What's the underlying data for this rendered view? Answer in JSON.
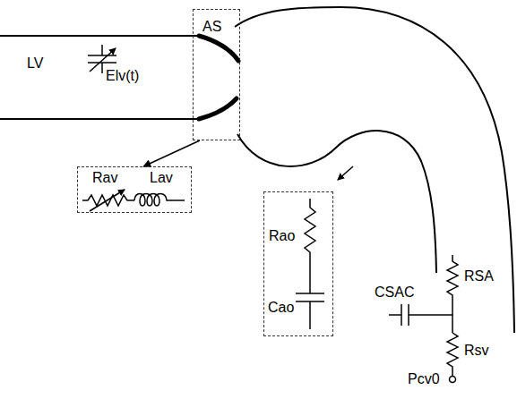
{
  "diagram": {
    "nodes": [
      {
        "text": [
          "AS"
        ]
      },
      {
        "text": [
          "Rav",
          "Lav"
        ]
      },
      {
        "text": [
          "Rao",
          "Cao"
        ]
      }
    ],
    "edges": [
      {
        "from": 0,
        "to": 1,
        "arrow": "to"
      }
    ],
    "labels": [
      "LV",
      "Elv(t)",
      "RSA",
      "CSAC",
      "Rsv",
      "Pcv0"
    ]
  }
}
